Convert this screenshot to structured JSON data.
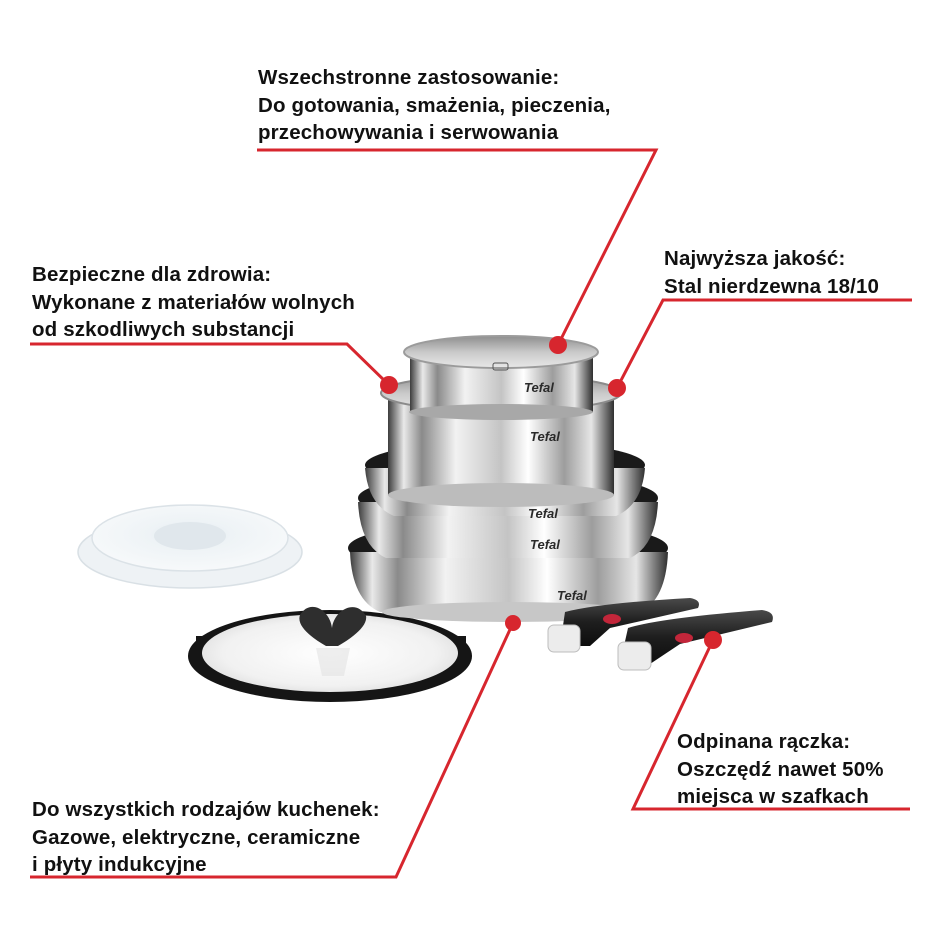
{
  "accent_color": "#d7262e",
  "brand": {
    "logo_text": "Tefal"
  },
  "callouts": {
    "versatile": {
      "title": "Wszechstronne zastosowanie:",
      "lines": [
        "Do gotowania, smażenia, pieczenia,",
        "przechowywania i serwowania"
      ]
    },
    "healthy": {
      "title": "Bezpieczne dla zdrowia:",
      "lines": [
        "Wykonane z materiałów wolnych",
        "od szkodliwych substancji"
      ]
    },
    "quality": {
      "title": "Najwyższa jakość:",
      "lines": [
        "Stal nierdzewna 18/10"
      ]
    },
    "handle": {
      "title": "Odpinana rączka:",
      "lines": [
        "Oszczędź nawet 50%",
        "miejsca w szafkach"
      ]
    },
    "stoves": {
      "title": "Do wszystkich rodzajów kuchenek:",
      "lines": [
        "Gazowe, elektryczne, ceramiczne",
        "i płyty indukcyjne"
      ]
    }
  },
  "product": {
    "items": [
      {
        "name": "small saucepan",
        "logo": "Tefal"
      },
      {
        "name": "large saucepan",
        "logo": "Tefal"
      },
      {
        "name": "small frying pan",
        "logo": "Tefal"
      },
      {
        "name": "medium frying pan",
        "logo": "Tefal"
      },
      {
        "name": "large frying pan",
        "logo": "Tefal"
      },
      {
        "name": "plastic storage lids",
        "logo": ""
      },
      {
        "name": "glass lid",
        "logo": ""
      },
      {
        "name": "detachable handles",
        "logo": ""
      }
    ]
  }
}
